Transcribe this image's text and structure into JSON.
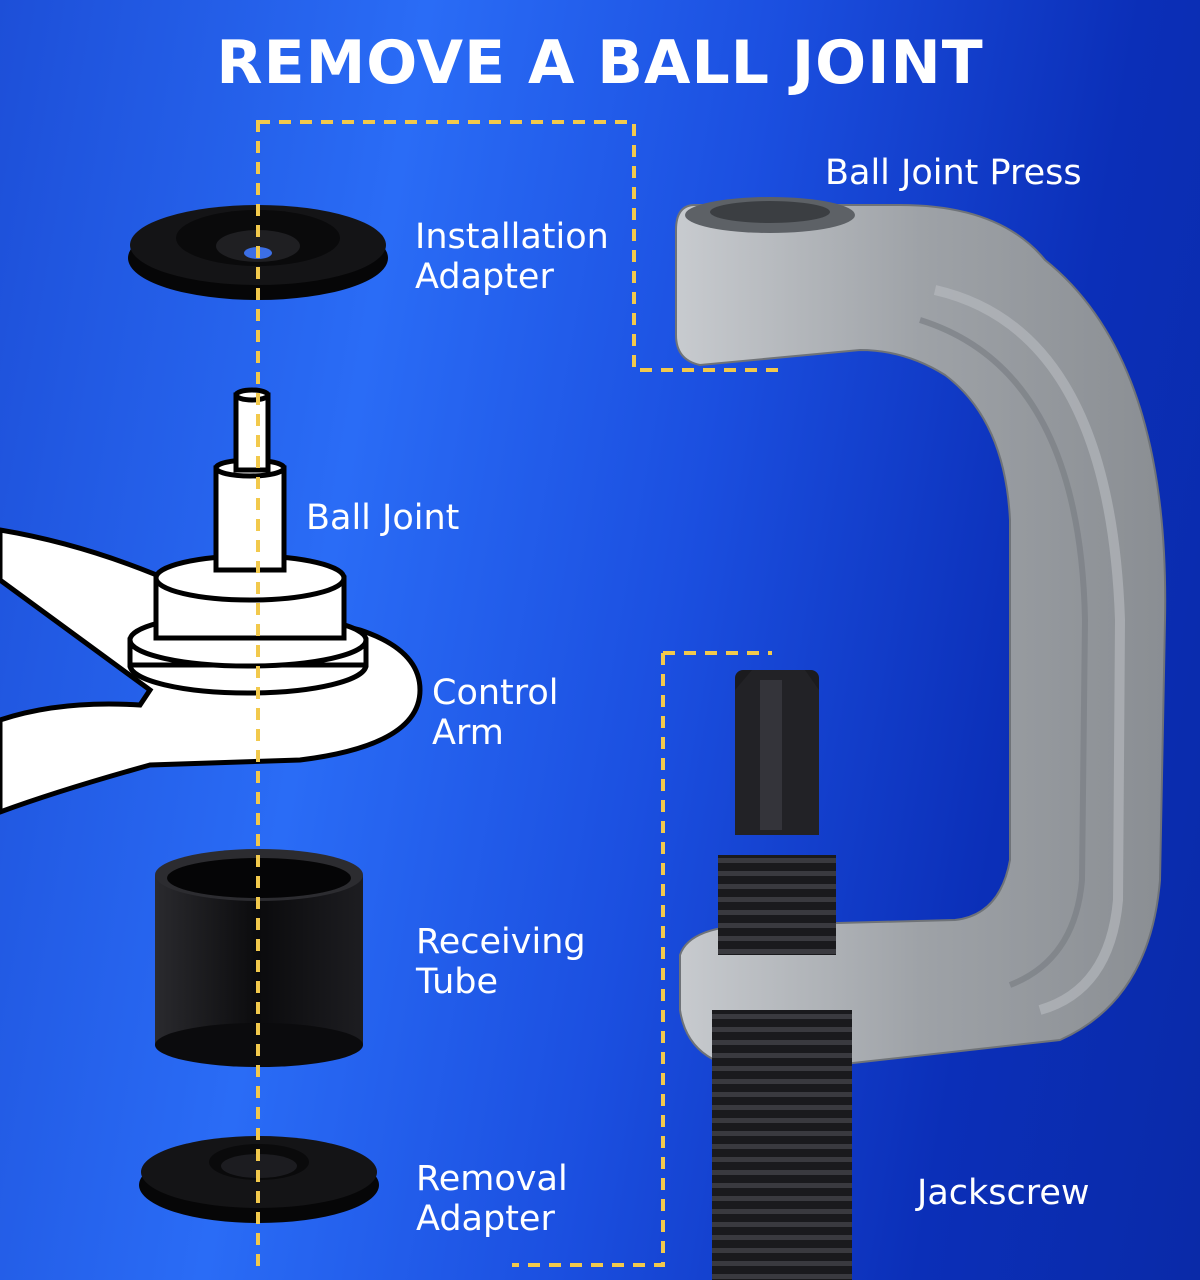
{
  "title": "REMOVE A BALL JOINT",
  "labels": {
    "installation_adapter": [
      "Installation",
      "Adapter"
    ],
    "ball_joint": "Ball Joint",
    "control_arm": [
      "Control",
      "Arm"
    ],
    "receiving_tube": [
      "Receiving",
      "Tube"
    ],
    "removal_adapter": [
      "Removal",
      "Adapter"
    ],
    "ball_joint_press": "Ball Joint Press",
    "jackscrew": "Jackscrew"
  },
  "colors": {
    "guide_line": "#f2c94c",
    "press_body": "#a9adb2",
    "parts_black": "#0d0d0f",
    "text": "#ffffff"
  }
}
